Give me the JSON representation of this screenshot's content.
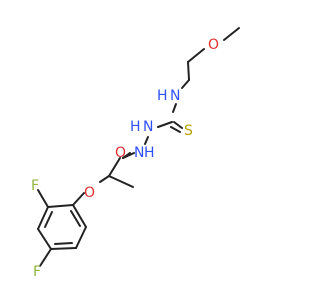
{
  "colors": {
    "bond": "#222222",
    "O": "#e03030",
    "N": "#3050f8",
    "S": "#b8a000",
    "F": "#8fb53d",
    "H": "#3050f8"
  },
  "atoms": {
    "O_methoxy": "O",
    "N_amine": "N",
    "H_amine": "H",
    "S_thione": "S",
    "N_hydrazine_1": "N",
    "H_hydrazine_1": "H",
    "N_hydrazine_2": "N",
    "H_hydrazine_2": "H",
    "O_carbonyl": "O",
    "O_ether": "O",
    "F_ortho": "F",
    "F_para": "F"
  }
}
